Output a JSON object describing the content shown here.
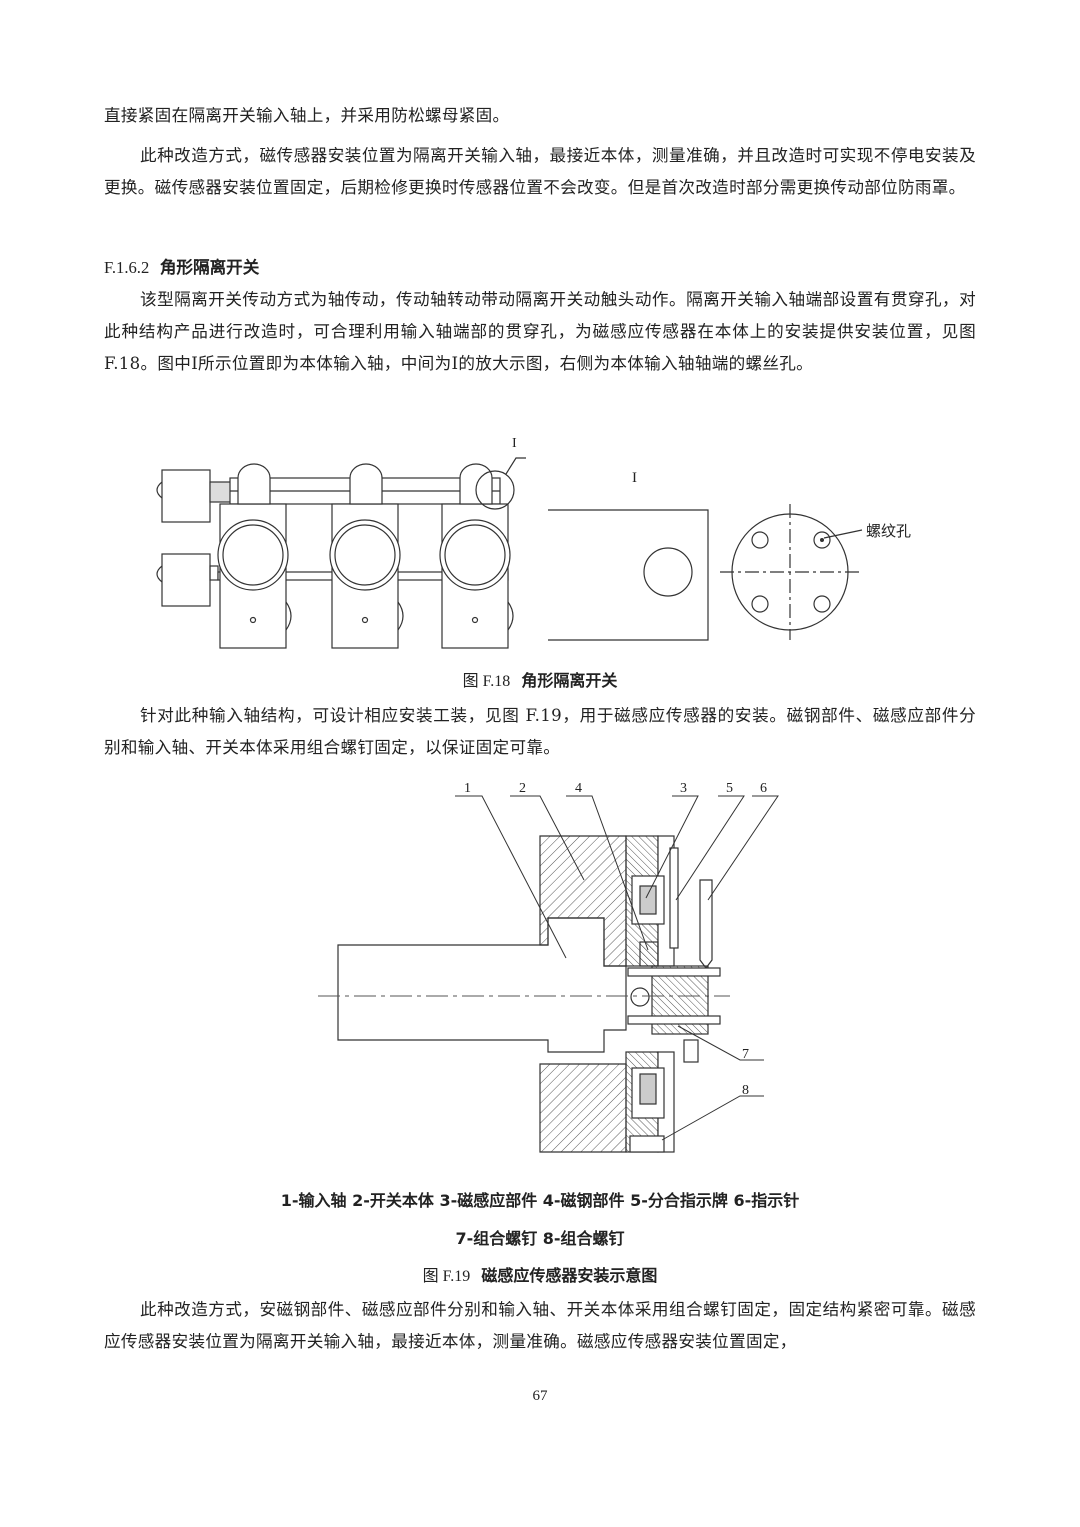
{
  "paragraphs": {
    "p1": "直接紧固在隔离开关输入轴上，并采用防松螺母紧固。",
    "p2": "此种改造方式，磁传感器安装位置为隔离开关输入轴，最接近本体，测量准确，并且改造时可实现不停电安装及更换。磁传感器安装位置固定，后期检修更换时传感器位置不会改变。但是首次改造时部分需更换传动部位防雨罩。",
    "p3": "该型隔离开关传动方式为轴传动，传动轴转动带动隔离开关动触头动作。隔离开关输入轴端部设置有贯穿孔，对此种结构产品进行改造时，可合理利用输入轴端部的贯穿孔，为磁感应传感器在本体上的安装提供安装位置，见图 F.18。图中I所示位置即为本体输入轴，中间为I的放大示图，右侧为本体输入轴轴端的螺丝孔。",
    "p4": "针对此种输入轴结构，可设计相应安装工装，见图 F.19，用于磁感应传感器的安装。磁钢部件、磁感应部件分别和输入轴、开关本体采用组合螺钉固定，以保证固定可靠。",
    "p5": "此种改造方式，安磁钢部件、磁感应部件分别和输入轴、开关本体采用组合螺钉固定，固定结构紧密可靠。磁感应传感器安装位置为隔离开关输入轴，最接近本体，测量准确。磁感应传感器安装位置固定，"
  },
  "heading": {
    "number": "F.1.6.2",
    "title": "角形隔离开关"
  },
  "figure18": {
    "label_I_small": "I",
    "label_I_detail": "I",
    "hole_label": "螺纹孔",
    "caption_num": "图 F.18",
    "caption_title": "角形隔离开关"
  },
  "figure19": {
    "part_numbers": [
      "1",
      "2",
      "4",
      "3",
      "5",
      "6",
      "7",
      "8"
    ],
    "legend_line1": "1-输入轴  2-开关本体  3-磁感应部件  4-磁钢部件  5-分合指示牌  6-指示针",
    "legend_line2": "7-组合螺钉  8-组合螺钉",
    "caption_num": "图 F.19",
    "caption_title": "磁感应传感器安装示意图"
  },
  "page_number": "67"
}
